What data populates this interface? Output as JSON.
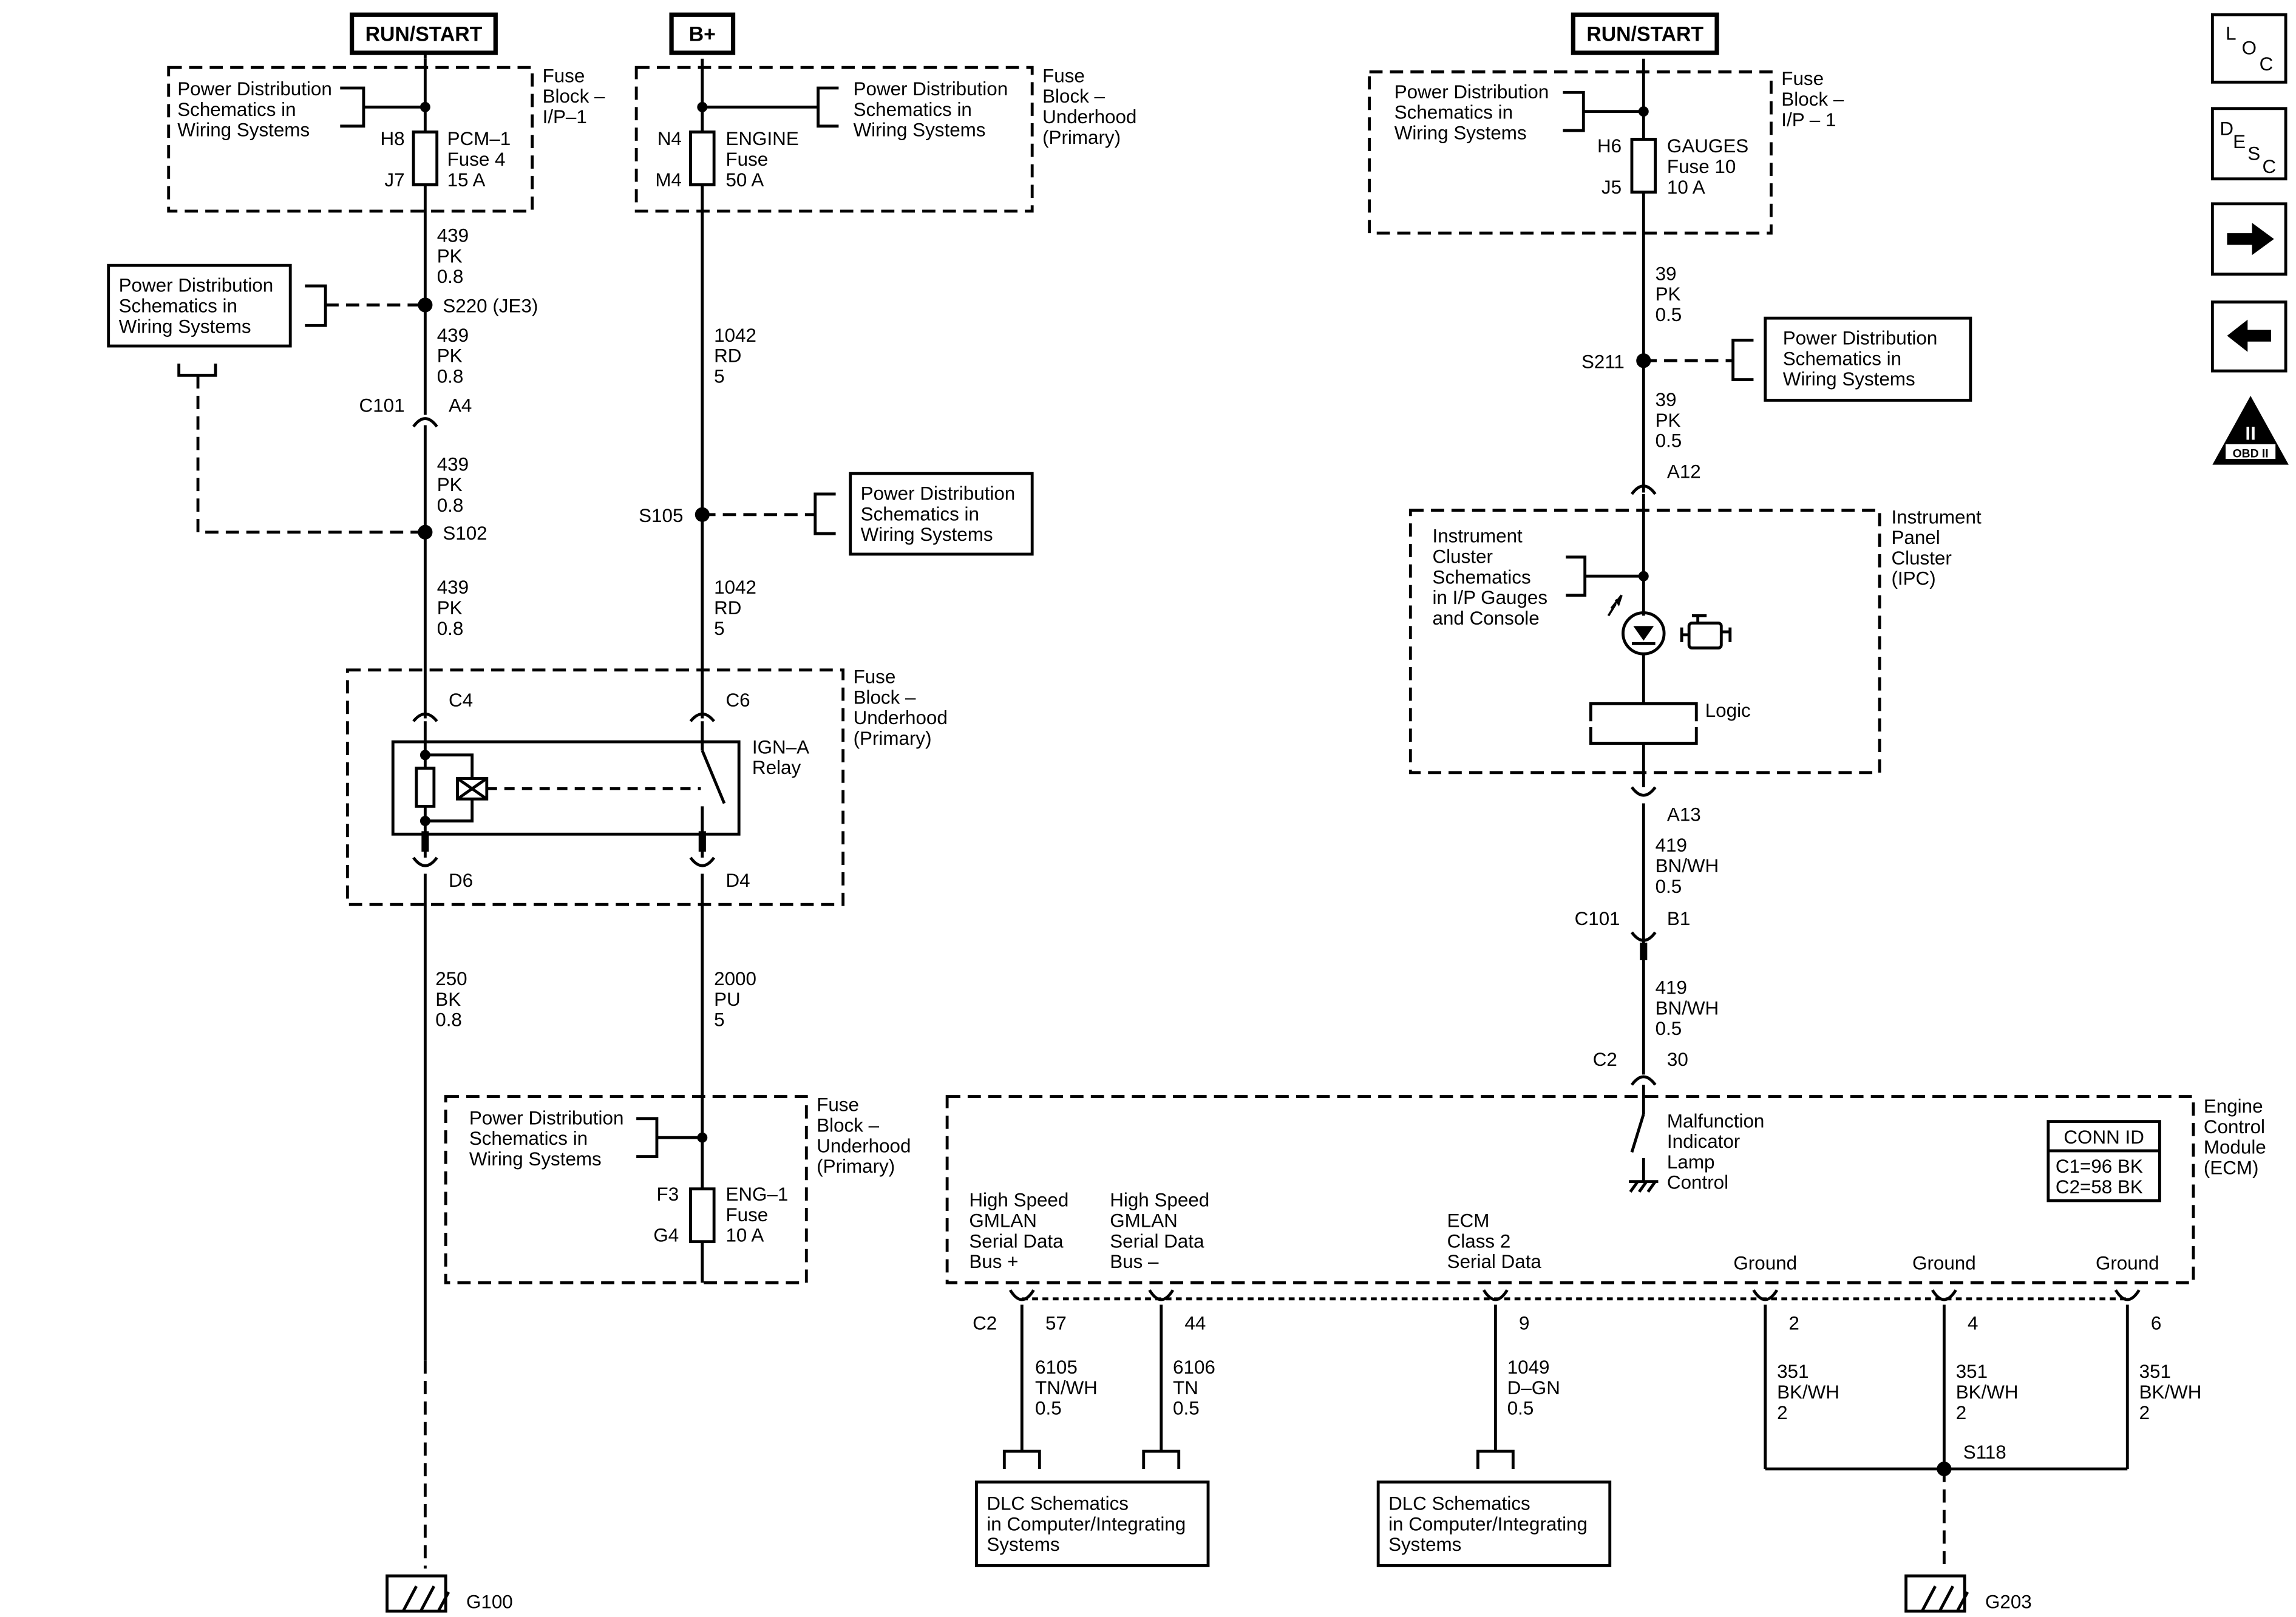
{
  "power_sources": {
    "run_start_left": "RUN/START",
    "b_plus": "B+",
    "run_start_right": "RUN/START"
  },
  "fuse_blocks": {
    "ip1_left": {
      "l1": "Fuse",
      "l2": "Block –",
      "l3": "I/P–1"
    },
    "underhood_top": {
      "l1": "Fuse",
      "l2": "Block –",
      "l3": "Underhood",
      "l4": "(Primary)"
    },
    "ip1_right": {
      "l1": "Fuse",
      "l2": "Block –",
      "l3": "I/P – 1"
    },
    "underhood_relay": {
      "l1": "Fuse",
      "l2": "Block –",
      "l3": "Underhood",
      "l4": "(Primary)"
    },
    "underhood_bottom": {
      "l1": "Fuse",
      "l2": "Block –",
      "l3": "Underhood",
      "l4": "(Primary)"
    }
  },
  "power_dist_ref": {
    "l1": "Power Distribution",
    "l2": "Schematics in",
    "l3": "Wiring Systems"
  },
  "fuses": {
    "pcm1": {
      "in_pin": "H8",
      "out_pin": "J7",
      "name": "PCM–1",
      "fuse": "Fuse 4",
      "rating": "15 A"
    },
    "engine": {
      "in_pin": "N4",
      "out_pin": "M4",
      "name": "ENGINE",
      "fuse": "Fuse",
      "rating": "50 A"
    },
    "gauges": {
      "in_pin": "H6",
      "out_pin": "J5",
      "name": "GAUGES",
      "fuse": "Fuse 10",
      "rating": "10 A"
    },
    "eng1": {
      "in_pin": "F3",
      "out_pin": "G4",
      "name": "ENG–1",
      "fuse": "Fuse",
      "rating": "10 A"
    }
  },
  "wires": {
    "w439": {
      "circuit": "439",
      "color": "PK",
      "size": "0.8"
    },
    "w1042": {
      "circuit": "1042",
      "color": "RD",
      "size": "5"
    },
    "w39": {
      "circuit": "39",
      "color": "PK",
      "size": "0.5"
    },
    "w419": {
      "circuit": "419",
      "color": "BN/WH",
      "size": "0.5"
    },
    "w250": {
      "circuit": "250",
      "color": "BK",
      "size": "0.8"
    },
    "w2000": {
      "circuit": "2000",
      "color": "PU",
      "size": "5"
    },
    "w6105": {
      "circuit": "6105",
      "color": "TN/WH",
      "size": "0.5"
    },
    "w6106": {
      "circuit": "6106",
      "color": "TN",
      "size": "0.5"
    },
    "w1049": {
      "circuit": "1049",
      "color": "D–GN",
      "size": "0.5"
    },
    "w351": {
      "circuit": "351",
      "color": "BK/WH",
      "size": "2"
    }
  },
  "splices": {
    "s220": "S220 (JE3)",
    "s102": "S102",
    "s105": "S105",
    "s211": "S211",
    "s118": "S118"
  },
  "connectors": {
    "c101": "C101",
    "a4": "A4",
    "c4": "C4",
    "c6": "C6",
    "d6": "D6",
    "d4": "D4",
    "a12": "A12",
    "a13": "A13",
    "b1": "B1",
    "c2": "C2",
    "p30": "30",
    "p57": "57",
    "p44": "44",
    "p9": "9",
    "p2": "2",
    "p4": "4",
    "p6": "6"
  },
  "relay": {
    "l1": "IGN–A",
    "l2": "Relay"
  },
  "ipc": {
    "title": {
      "l1": "Instrument",
      "l2": "Panel",
      "l3": "Cluster",
      "l4": "(IPC)"
    },
    "ref": {
      "l1": "Instrument",
      "l2": "Cluster",
      "l3": "Schematics",
      "l4": "in I/P Gauges",
      "l5": "and Console"
    },
    "logic": "Logic"
  },
  "ecm": {
    "title": {
      "l1": "Engine",
      "l2": "Control",
      "l3": "Module",
      "l4": "(ECM)"
    },
    "mil": {
      "l1": "Malfunction",
      "l2": "Indicator",
      "l3": "Lamp",
      "l4": "Control"
    },
    "conn_id": {
      "header": "CONN ID",
      "c1": "C1=96 BK",
      "c2": "C2=58 BK"
    },
    "hs_plus": {
      "l1": "High Speed",
      "l2": "GMLAN",
      "l3": "Serial Data",
      "l4": "Bus +"
    },
    "hs_minus": {
      "l1": "High Speed",
      "l2": "GMLAN",
      "l3": "Serial Data",
      "l4": "Bus –"
    },
    "class2": {
      "l1": "ECM",
      "l2": "Class 2",
      "l3": "Serial Data"
    },
    "ground": "Ground"
  },
  "dlc_ref": {
    "l1": "DLC Schematics",
    "l2": "in Computer/Integrating",
    "l3": "Systems"
  },
  "grounds": {
    "g100": "G100",
    "g203": "G203"
  },
  "nav": {
    "loc": {
      "l": "L",
      "o": "O",
      "c": "C"
    },
    "desc": {
      "d": "D",
      "e": "E",
      "s": "S",
      "c": "C"
    },
    "obd": {
      "roman": "II",
      "label": "OBD II"
    }
  }
}
